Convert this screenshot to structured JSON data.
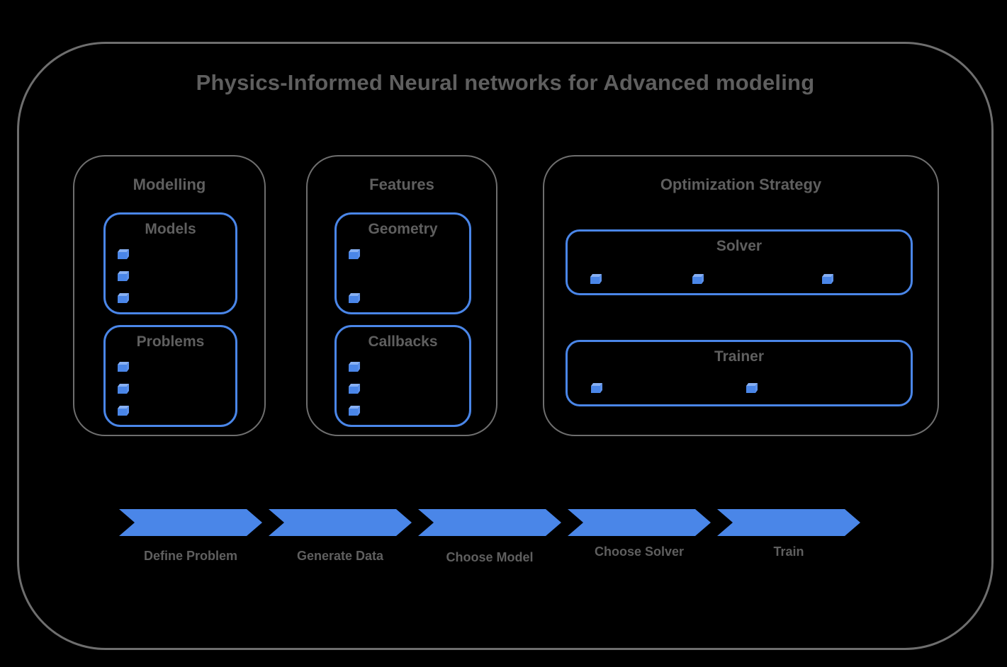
{
  "title": "Physics-Informed Neural networks for Advanced modeling",
  "colors": {
    "background": "#000000",
    "accent_blue": "#4a86e8",
    "cube_top_blue": "#87b0f3",
    "cube_side_blue": "#5b90ea",
    "border_gray": "#6e6e6e",
    "text_gray": "#5f5f5f"
  },
  "groups": [
    {
      "title": "Modelling",
      "boxes": [
        {
          "title": "Models",
          "icon": "cube-icon",
          "bullet_count": 3
        },
        {
          "title": "Problems",
          "icon": "cube-icon",
          "bullet_count": 3
        }
      ]
    },
    {
      "title": "Features",
      "boxes": [
        {
          "title": "Geometry",
          "icon": "cube-icon",
          "bullet_count": 2
        },
        {
          "title": "Callbacks",
          "icon": "cube-icon",
          "bullet_count": 3
        }
      ]
    },
    {
      "title": "Optimization Strategy",
      "boxes": [
        {
          "title": "Solver",
          "icon": "cube-icon",
          "bullet_count": 3
        },
        {
          "title": "Trainer",
          "icon": "cube-icon",
          "bullet_count": 2
        }
      ]
    }
  ],
  "flow": {
    "steps": [
      {
        "label": "Define Problem"
      },
      {
        "label": "Generate Data"
      },
      {
        "label": "Choose Model"
      },
      {
        "label": "Choose Solver"
      },
      {
        "label": "Train"
      }
    ]
  }
}
